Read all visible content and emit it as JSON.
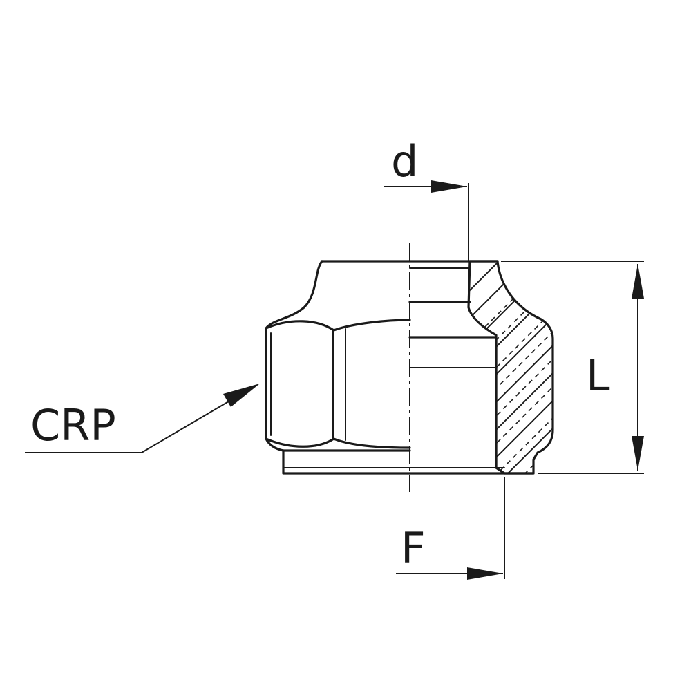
{
  "labels": {
    "d": "d",
    "L": "L",
    "F": "F",
    "crp": "CRP"
  },
  "colors": {
    "line": "#1a1a1a",
    "background": "#ffffff"
  }
}
